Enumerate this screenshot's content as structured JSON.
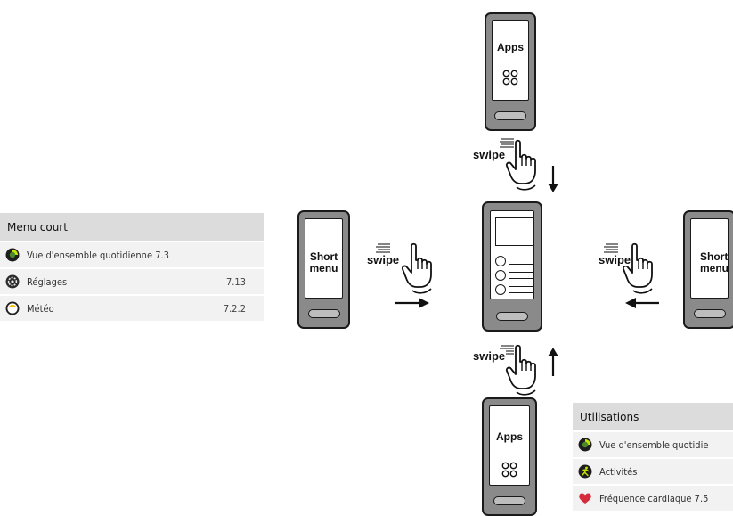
{
  "phones": {
    "top_label": "Apps",
    "bottom_label": "Apps",
    "left_label_line1": "Short",
    "left_label_line2": "menu",
    "right_label_line1": "Short",
    "right_label_line2": "menu"
  },
  "swipes": {
    "top": "swipe",
    "left": "swipe",
    "right": "swipe",
    "bottom": "swipe"
  },
  "menu_court": {
    "title": "Menu court",
    "items": [
      {
        "label": "Vue d'ensemble quotidienne 7.3",
        "ref": "",
        "icon": "daily-overview-icon"
      },
      {
        "label": "Réglages",
        "ref": "7.13",
        "icon": "gear-icon"
      },
      {
        "label": "Météo",
        "ref": "7.2.2",
        "icon": "weather-icon"
      }
    ]
  },
  "utilisations": {
    "title": "Utilisations",
    "items": [
      {
        "label": "Vue d'ensemble quotidie",
        "ref": "",
        "icon": "daily-overview-icon"
      },
      {
        "label": "Activités",
        "ref": "",
        "icon": "running-icon"
      },
      {
        "label": "Fréquence cardiaque 7.5",
        "ref": "",
        "icon": "heart-icon"
      }
    ]
  },
  "colors": {
    "device_body": "#8a8a8a",
    "table_header": "#dcdcdc",
    "table_row": "#f2f2f2",
    "heart": "#d62b3c",
    "activity_accent": "#c9e400"
  }
}
